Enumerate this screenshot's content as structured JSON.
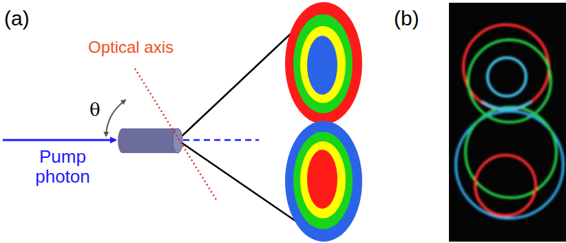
{
  "diagram": {
    "labels": [
      "(a)",
      "Optical axis",
      "θ",
      "Pump photon",
      "(b)"
    ]
  }
}
